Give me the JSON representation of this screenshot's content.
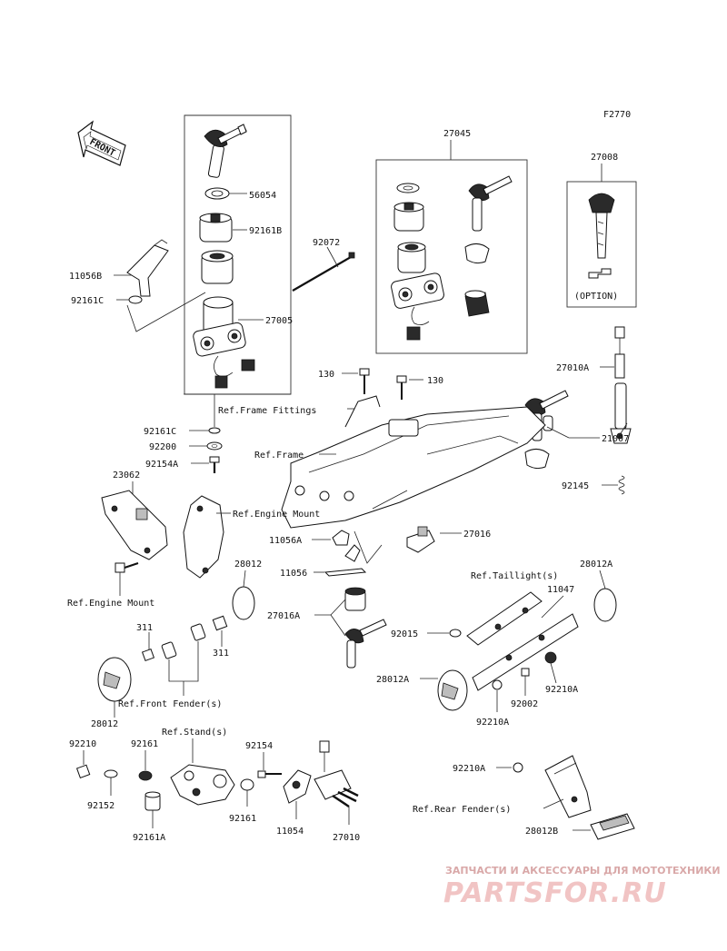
{
  "diagram_code": "F2770",
  "front_arrow_text": "FRONT",
  "option_text": "(OPTION)",
  "labels": {
    "p27045": "27045",
    "p27008": "27008",
    "p56054": "56054",
    "p92161B": "92161B",
    "p92072": "92072",
    "p11056B": "11056B",
    "p92161C_top": "92161C",
    "p27005": "27005",
    "p130_a": "130",
    "p130_b": "130",
    "p27010A": "27010A",
    "ref_frame_fittings": "Ref.Frame Fittings",
    "p21007": "21007",
    "p92161C_mid": "92161C",
    "p92200": "92200",
    "ref_frame": "Ref.Frame",
    "p92154A": "92154A",
    "p92145": "92145",
    "p23062": "23062",
    "ref_engine_mount_top": "Ref.Engine Mount",
    "p11056A": "11056A",
    "p27016": "27016",
    "p28012_top": "28012",
    "p11056": "11056",
    "p28012A_top": "28012A",
    "ref_taillight": "Ref.Taillight(s)",
    "ref_engine_mount_bottom": "Ref.Engine Mount",
    "p11047": "11047",
    "p27016A": "27016A",
    "p311_a": "311",
    "p92015": "92015",
    "p311_b": "311",
    "p28012A_mid": "28012A",
    "p92210A_right": "92210A",
    "ref_front_fender": "Ref.Front Fender(s)",
    "p92002": "92002",
    "p28012_bottom": "28012",
    "p92210A_mid": "92210A",
    "ref_stand": "Ref.Stand(s)",
    "p92210": "92210",
    "p92161": "92161",
    "p92154": "92154",
    "p92210A_low": "92210A",
    "p92152": "92152",
    "ref_rear_fender": "Ref.Rear Fender(s)",
    "p92161_low": "92161",
    "p11054": "11054",
    "p27010": "27010",
    "p92161A": "92161A",
    "p28012B": "28012B"
  },
  "watermark": {
    "top_line": "ЗАПЧАСТИ И АКСЕССУАРЫ ДЛЯ МОТОТЕХНИКИ",
    "brand": "PARTSFOR.RU"
  }
}
